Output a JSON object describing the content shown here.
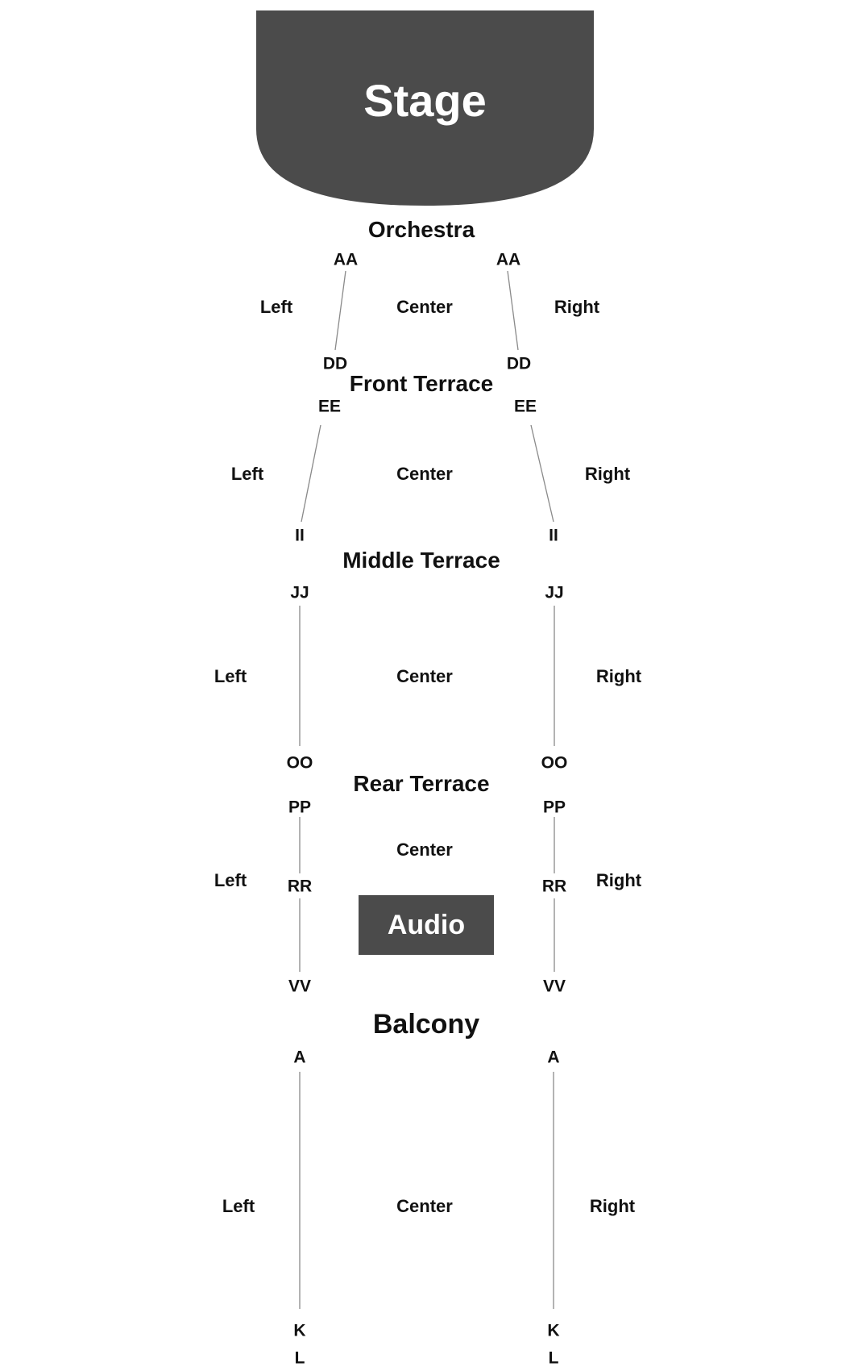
{
  "stage": {
    "label": "Stage"
  },
  "audio": {
    "label": "Audio"
  },
  "sections": {
    "orchestra": {
      "title": "Orchestra",
      "left": "Left",
      "center": "Center",
      "right": "Right",
      "rows": {
        "left_top": "AA",
        "left_bottom": "DD",
        "right_top": "AA",
        "right_bottom": "DD"
      }
    },
    "front_terrace": {
      "title": "Front Terrace",
      "left": "Left",
      "center": "Center",
      "right": "Right",
      "rows": {
        "left_top": "EE",
        "left_bottom": "II",
        "right_top": "EE",
        "right_bottom": "II"
      }
    },
    "middle_terrace": {
      "title": "Middle Terrace",
      "left": "Left",
      "center": "Center",
      "right": "Right",
      "rows": {
        "left_top": "JJ",
        "left_bottom": "OO",
        "right_top": "JJ",
        "right_bottom": "OO"
      }
    },
    "rear_terrace": {
      "title": "Rear Terrace",
      "left": "Left",
      "center": "Center",
      "right": "Right",
      "rows": {
        "left_top": "PP",
        "left_mid": "RR",
        "left_bottom": "VV",
        "right_top": "PP",
        "right_mid": "RR",
        "right_bottom": "VV"
      }
    },
    "balcony": {
      "title": "Balcony",
      "left": "Left",
      "center": "Center",
      "right": "Right",
      "rows": {
        "left_top": "A",
        "left_bottom": "K",
        "left_last": "L",
        "right_top": "A",
        "right_bottom": "K",
        "right_last": "L"
      }
    }
  },
  "colors": {
    "stage_fill": "#4b4b4b",
    "audio_fill": "#4b4b4b",
    "line": "#8a8a8a",
    "text": "#111111"
  }
}
